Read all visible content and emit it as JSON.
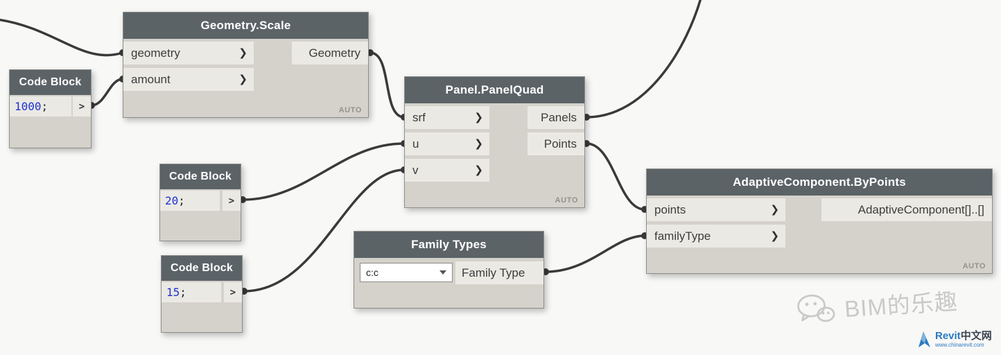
{
  "icons": {
    "port_chevron": "❯"
  },
  "nodes": {
    "geometry_scale": {
      "title": "Geometry.Scale",
      "inputs": [
        "geometry",
        "amount"
      ],
      "output": "Geometry",
      "lacing": "AUTO"
    },
    "code_block_1000": {
      "title": "Code Block",
      "number": "1000",
      "punct": ";",
      "output_label": ">"
    },
    "code_block_20": {
      "title": "Code Block",
      "number": "20",
      "punct": ";",
      "output_label": ">"
    },
    "code_block_15": {
      "title": "Code Block",
      "number": "15",
      "punct": ";",
      "output_label": ">"
    },
    "panel_panelquad": {
      "title": "Panel.PanelQuad",
      "inputs": [
        "srf",
        "u",
        "v"
      ],
      "outputs": [
        "Panels",
        "Points"
      ],
      "lacing": "AUTO"
    },
    "family_types": {
      "title": "Family Types",
      "dropdown_value": "c:c",
      "output": "Family Type"
    },
    "adaptive_component": {
      "title": "AdaptiveComponent.ByPoints",
      "inputs": [
        "points",
        "familyType"
      ],
      "output": "AdaptiveComponent[]..[]",
      "lacing": "AUTO"
    }
  },
  "watermark": {
    "text": "BIM的乐趣"
  },
  "logo": {
    "brand": "Revit",
    "brand_suffix": "中文网",
    "url": "www.chinarevit.com"
  }
}
